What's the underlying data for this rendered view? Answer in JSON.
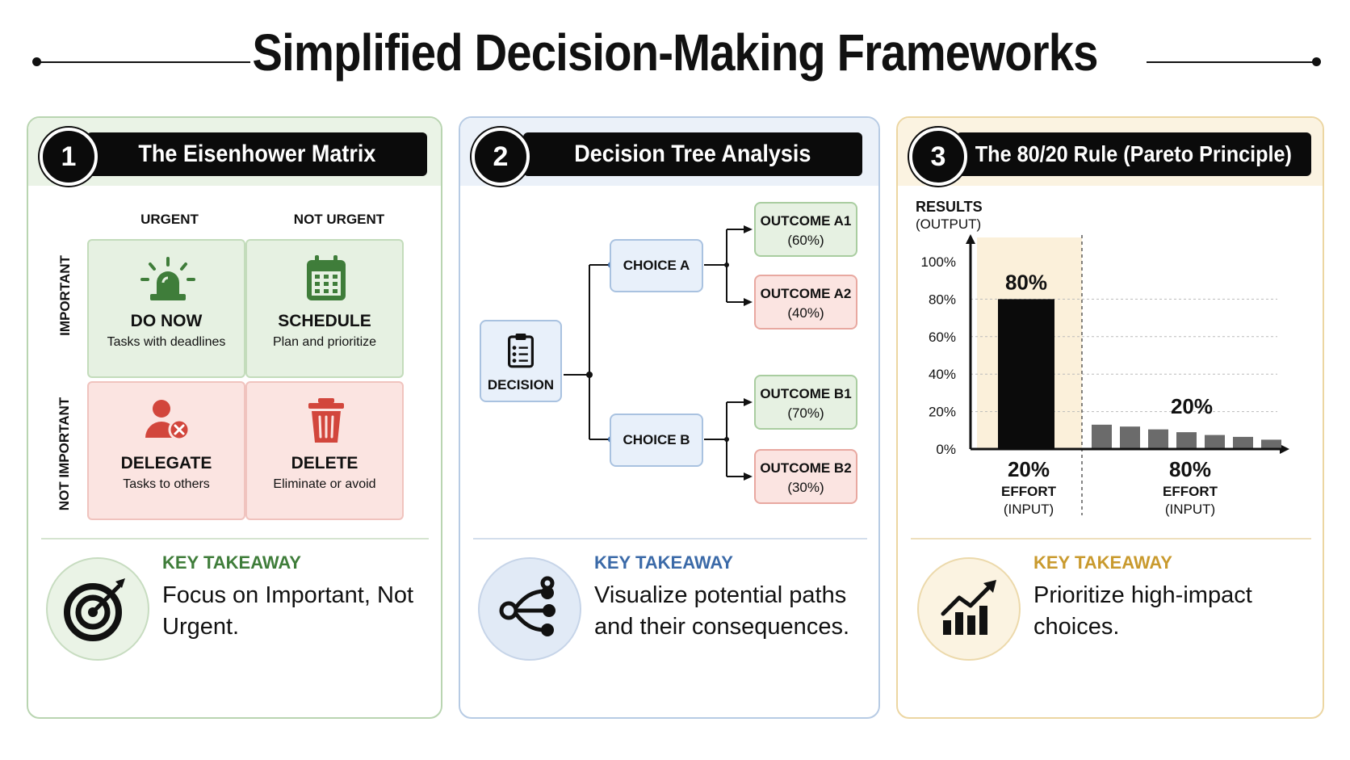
{
  "title": "Simplified Decision-Making Frameworks",
  "panels": [
    {
      "number": "1",
      "heading": "The Eisenhower Matrix",
      "col_labels": [
        "URGENT",
        "NOT URGENT"
      ],
      "row_labels": [
        "IMPORTANT",
        "NOT IMPORTANT"
      ],
      "cells": [
        {
          "title": "DO NOW",
          "desc": "Tasks with deadlines",
          "icon": "alarm-siren-icon"
        },
        {
          "title": "SCHEDULE",
          "desc": "Plan and prioritize",
          "icon": "calendar-icon"
        },
        {
          "title": "DELEGATE",
          "desc": "Tasks to others",
          "icon": "user-remove-icon"
        },
        {
          "title": "DELETE",
          "desc": "Eliminate or avoid",
          "icon": "trash-icon"
        }
      ],
      "takeaway_label": "KEY TAKEAWAY",
      "takeaway_text": "Focus on Important, Not Urgent.",
      "takeaway_icon": "target-icon",
      "accent": "#3f7d3a"
    },
    {
      "number": "2",
      "heading": "Decision Tree Analysis",
      "root": "DECISION",
      "root_icon": "clipboard-icon",
      "choices": [
        "CHOICE A",
        "CHOICE B"
      ],
      "outcomes": [
        {
          "label": "OUTCOME A1",
          "pct": "(60%)"
        },
        {
          "label": "OUTCOME A2",
          "pct": "(40%)"
        },
        {
          "label": "OUTCOME B1",
          "pct": "(70%)"
        },
        {
          "label": "OUTCOME B2",
          "pct": "(30%)"
        }
      ],
      "takeaway_label": "KEY TAKEAWAY",
      "takeaway_text": "Visualize potential paths and their consequences.",
      "takeaway_icon": "branch-nodes-icon",
      "accent": "#3b6aa8"
    },
    {
      "number": "3",
      "heading": "The 80/20 Rule (Pareto Principle)",
      "y_axis_label": [
        "RESULTS",
        "(OUTPUT)"
      ],
      "takeaway_label": "KEY TAKEAWAY",
      "takeaway_text": "Prioritize high-impact choices.",
      "takeaway_icon": "growth-chart-icon",
      "accent": "#c99a2e"
    }
  ],
  "chart_data": {
    "type": "bar",
    "ylim": [
      0,
      100
    ],
    "yticks": [
      "0%",
      "20%",
      "40%",
      "60%",
      "80%",
      "100%"
    ],
    "major_bar": {
      "value": 80,
      "label": "80%"
    },
    "minor_bars": [
      13,
      12,
      10.5,
      9,
      7.5,
      6.5,
      5
    ],
    "minor_label": "20%",
    "x_groups": [
      {
        "pct": "20%",
        "line1": "EFFORT",
        "line2": "(INPUT)"
      },
      {
        "pct": "80%",
        "line1": "EFFORT",
        "line2": "(INPUT)"
      }
    ],
    "grid": true
  }
}
